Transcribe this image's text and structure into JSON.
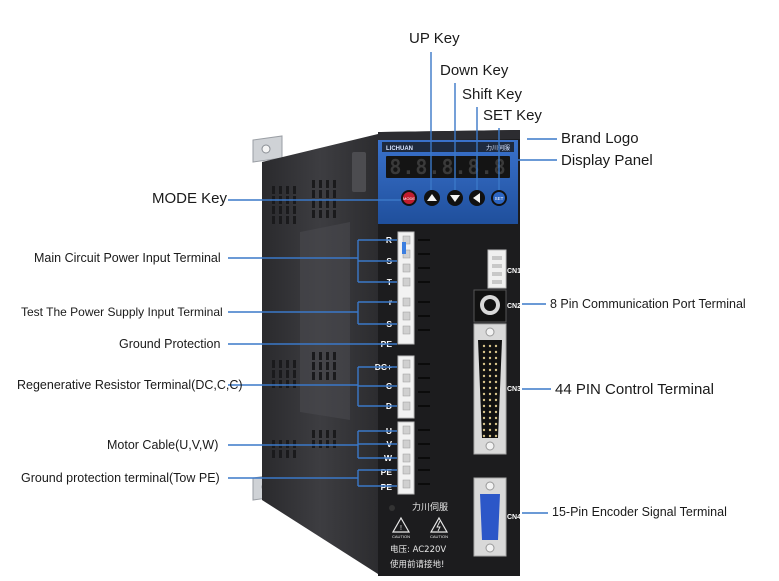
{
  "device": {
    "brand_badge": "LICHUAN",
    "brand_name_cn": "力川伺服",
    "display_readout": "8.8.8.8.8",
    "buttons": {
      "mode": "MODE",
      "set": "SET"
    },
    "terminal_labels": [
      "R",
      "S",
      "T",
      "r",
      "S",
      "PE",
      "DC+",
      "C",
      "D",
      "U",
      "V",
      "W",
      "PE",
      "PE"
    ],
    "connectors": [
      "CN1",
      "CN2",
      "CN3",
      "CN4"
    ],
    "warning_caution_1": "CAUTION",
    "warning_caution_2": "CAUTION",
    "voltage_label": "电压: AC220V",
    "ground_note": "使用前请接地!"
  },
  "callouts": {
    "up_key": "UP Key",
    "down_key": "Down Key",
    "shift_key": "Shift Key",
    "set_key": "SET Key",
    "brand_logo": "Brand Logo",
    "display_panel": "Display Panel",
    "mode_key": "MODE Key",
    "main_power": "Main Circuit Power Input Terminal",
    "test_power": "Test The Power Supply Input Terminal",
    "ground_protection": "Ground Protection",
    "regen_resistor": "Regenerative Resistor Terminal(DC,C,C)",
    "motor_cable": "Motor Cable(U,V,W)",
    "ground_tow": "Ground protection terminal(Tow PE)",
    "comm_port": "8 Pin Communication Port Terminal",
    "control_terminal": "44 PIN Control Terminal",
    "encoder_terminal": "15-Pin Encoder Signal Terminal"
  },
  "colors": {
    "leader_line": "#3a78c8",
    "panel_blue": "#2a5fb6",
    "body_dark": "#1c1c1e",
    "heatsink": "#3b3b3e"
  }
}
